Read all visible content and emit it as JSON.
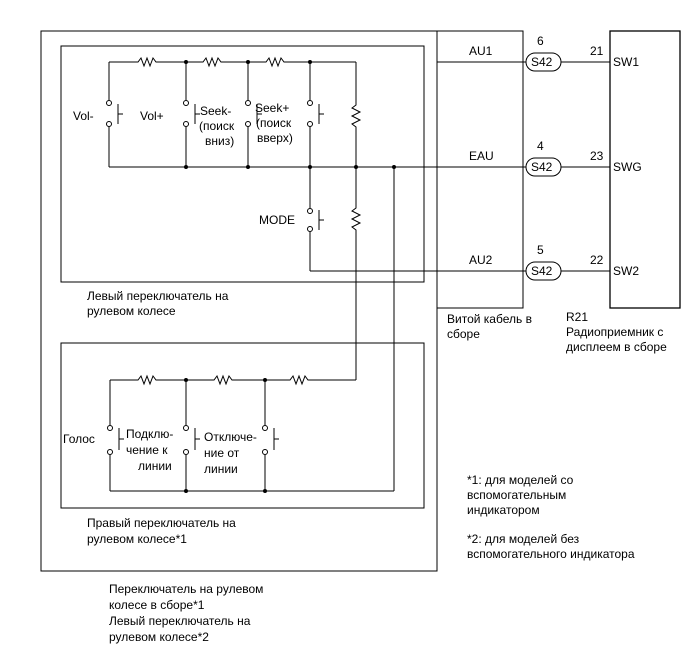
{
  "left_switch": {
    "labels": [
      "Vol-",
      "Vol+",
      "Seek-",
      "(поиск",
      "вниз)",
      "Seek+",
      "(поиск",
      "вверх)",
      "MODE"
    ],
    "caption": [
      "Левый переключатель на",
      "рулевом колесе"
    ]
  },
  "right_switch": {
    "labels": [
      "Голос",
      "Подклю-",
      "чение к",
      "линии",
      "Отключе-",
      "ние от",
      "линии"
    ],
    "caption": [
      "Правый переключатель на",
      "рулевом колесе*1"
    ]
  },
  "assembly_caption": [
    "Переключатель на рулевом",
    "колесе в сборе*1",
    "Левый переключатель на",
    "рулевом колесе*2"
  ],
  "spiral_cable": {
    "caption": [
      "Витой кабель в",
      "сборе"
    ],
    "signals": [
      "AU1",
      "EAU",
      "AU2"
    ]
  },
  "connector": {
    "id": "S42",
    "pins": [
      "6",
      "4",
      "5"
    ]
  },
  "radio": {
    "pins": [
      "21",
      "23",
      "22"
    ],
    "terminals": [
      "SW1",
      "SWG",
      "SW2"
    ],
    "caption": [
      "R21",
      "Радиоприемник с",
      "дисплеем в сборе"
    ]
  },
  "notes": [
    [
      "*1: для моделей со",
      "вспомогательным",
      "индикатором"
    ],
    [
      "*2: для моделей без",
      "вспомогательного индикатора"
    ]
  ]
}
